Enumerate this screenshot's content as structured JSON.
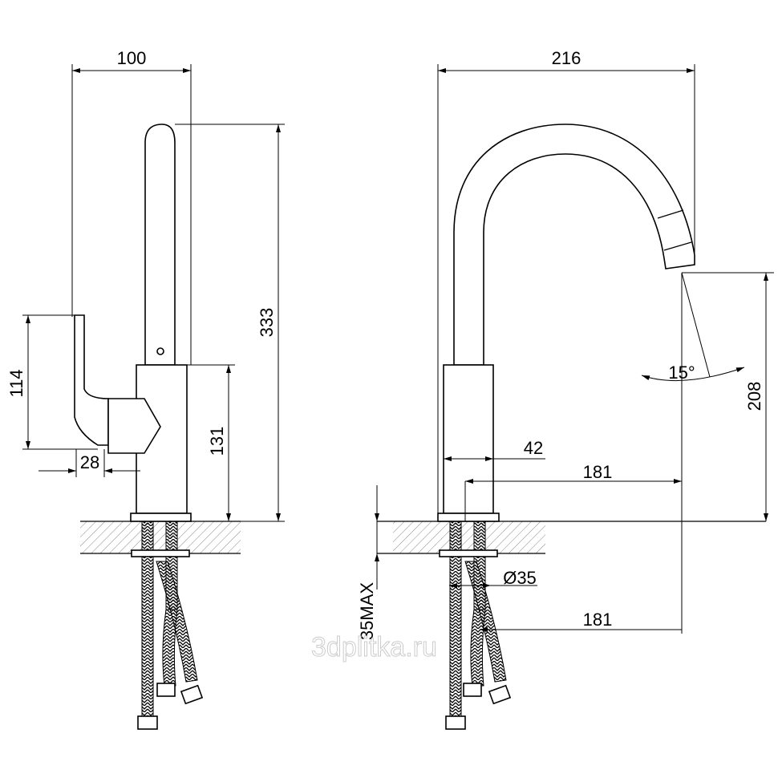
{
  "side_view": {
    "dim_width": "100",
    "dim_total_height": "333",
    "dim_body_height": "131",
    "dim_handle_height": "114",
    "dim_handle_offset": "28"
  },
  "front_view": {
    "dim_width": "216",
    "dim_spout_height": "208",
    "dim_angle": "15°",
    "dim_body_width": "42",
    "dim_reach_upper": "181",
    "dim_hole_diameter": "Ø35",
    "dim_reach_lower": "181",
    "dim_counter_thickness": "35MAX"
  },
  "watermark": "3dplitka.ru",
  "colors": {
    "line": "#000000",
    "hatch": "#888888"
  }
}
